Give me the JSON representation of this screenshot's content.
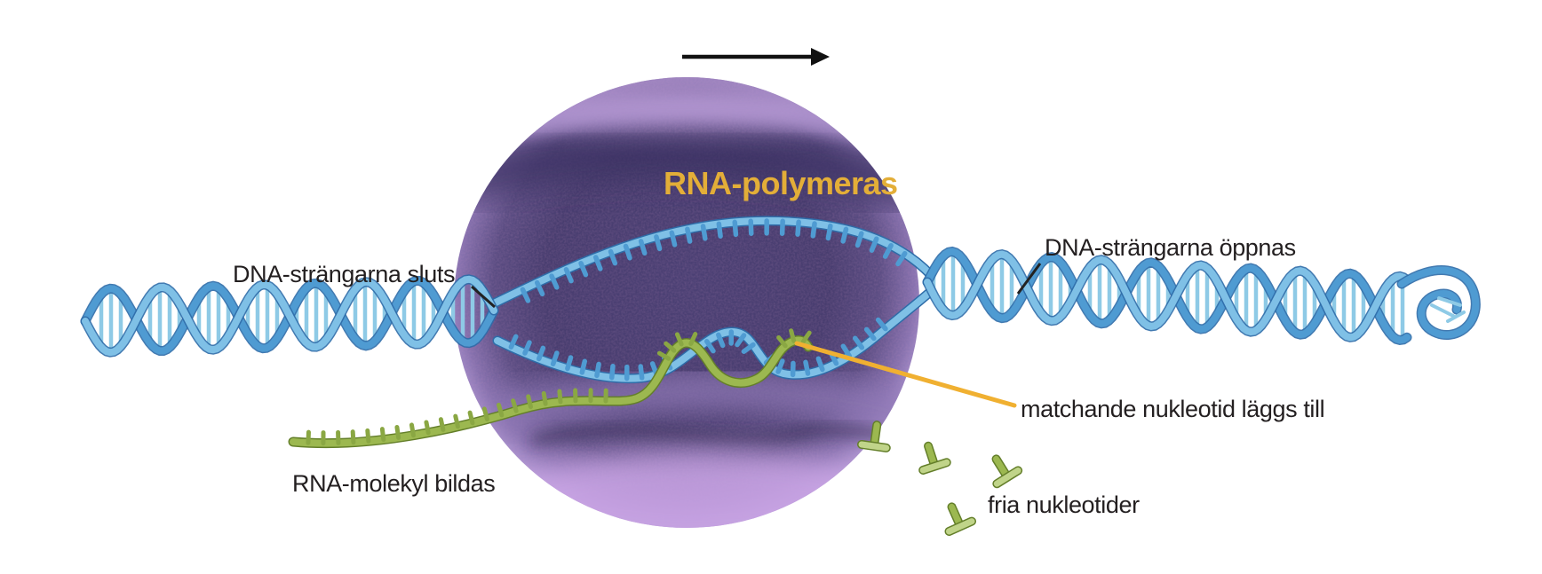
{
  "labels": {
    "rna_polymerase": "RNA-polymeras",
    "dna_strands_close": "DNA-strängarna sluts",
    "dna_strands_open": "DNA-strängarna öppnas",
    "matching_nucleotide": "matchande nukleotid läggs till",
    "rna_molecule_forms": "RNA-molekyl bildas",
    "free_nucleotides": "fria nukleotider"
  },
  "colors": {
    "background": "#ffffff",
    "label_text": "#231f20",
    "rna_polymerase_label": "#e3ae38",
    "pointer_orange": "#f0b031",
    "arrow_black": "#111111",
    "polymerase_purple": "#4b4074",
    "polymerase_rim": "#c7a8e2",
    "dna_blue": "#4f9bd2",
    "dna_blue_light": "#7fc0e6",
    "dna_blue_dark": "#2e6ca8",
    "dna_rung": "#8ecae6",
    "rna_green": "#9cb850",
    "rna_green_mid": "#8aa743",
    "rna_green_dark": "#647f2a",
    "rna_green_light": "#c0d489"
  }
}
